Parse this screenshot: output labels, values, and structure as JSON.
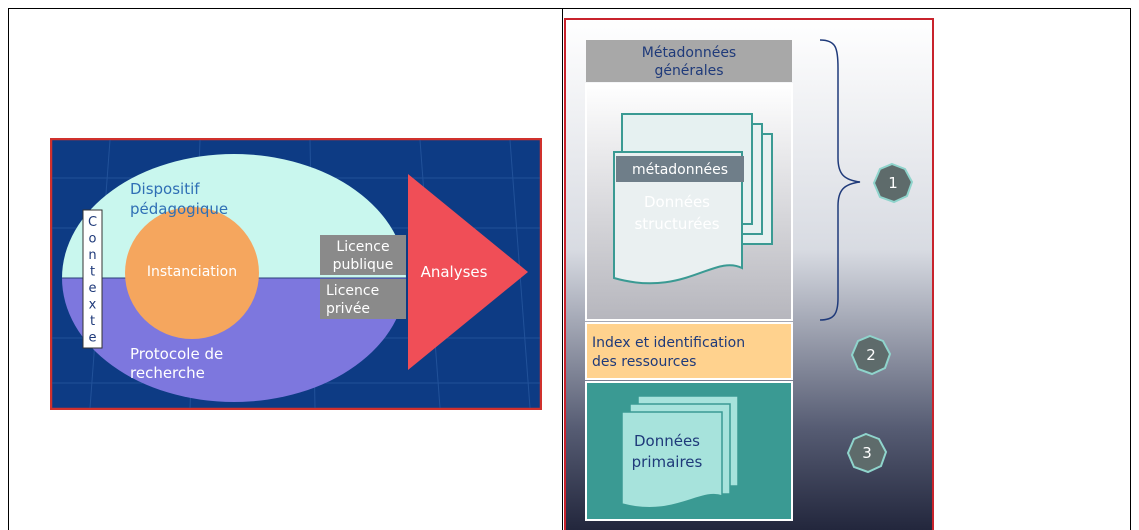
{
  "left_diagram": {
    "top_half_label": "Dispositif pédagogique",
    "top_half_lines": [
      "Dispositif",
      "pédagogique"
    ],
    "bottom_half_lines": [
      "Protocole de",
      "recherche"
    ],
    "center_label": "Instanciation",
    "context_letters": [
      "C",
      "o",
      "n",
      "t",
      "e",
      "x",
      "t",
      "e"
    ],
    "license_public_lines": [
      "Licence",
      "publique"
    ],
    "license_private_lines": [
      "Licence",
      "privée"
    ],
    "arrow_label": "Analyses",
    "colors": {
      "background": "#0e3d86",
      "top_half": "#c9f7ee",
      "bottom_half": "#7d77de",
      "center": "#f5a65e",
      "arrow": "#f04e57",
      "license_box": "#8a8a8a",
      "border": "#d0312d"
    }
  },
  "right_diagram": {
    "general_metadata_lines": [
      "Métadonnées",
      "générales"
    ],
    "metadata_label": "métadonnées",
    "structured_data_lines": [
      "Données",
      "structurées"
    ],
    "index_lines": [
      "Index et identification",
      "des ressources"
    ],
    "primary_data_lines": [
      "Données",
      "primaires"
    ],
    "badges": [
      "1",
      "2",
      "3"
    ],
    "colors": {
      "general_box": "#a8a8a8",
      "index_box": "#ffd28e",
      "primary_box": "#3a9a93",
      "doc_teal": "#a7e3dc",
      "badge": "#5e6b6b",
      "border": "#c8232c"
    }
  }
}
